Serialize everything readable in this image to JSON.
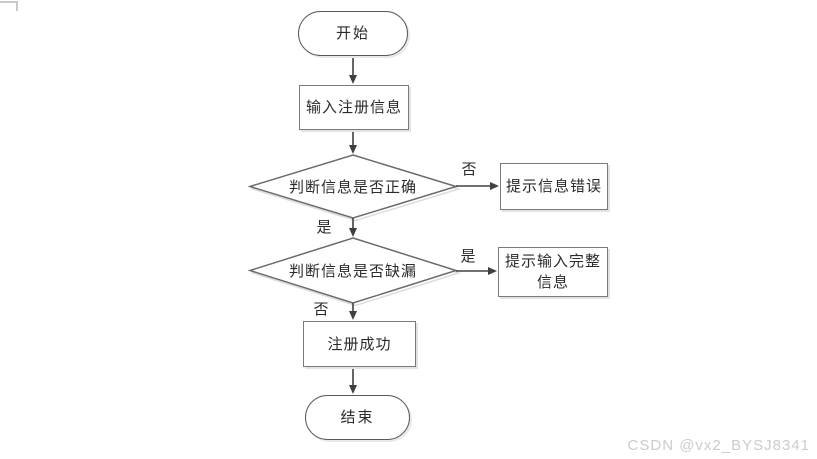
{
  "page": {
    "background": "#ffffff",
    "watermark": "CSDN @vx2_BYSJ8341"
  },
  "flowchart": {
    "nodes": {
      "start": {
        "type": "terminator",
        "label": "开始"
      },
      "input_info": {
        "type": "process",
        "label": "输入注册信息"
      },
      "check_correct": {
        "type": "decision",
        "label": "判断信息是否正确"
      },
      "error_hint": {
        "type": "process",
        "label": "提示信息错误"
      },
      "check_missing": {
        "type": "decision",
        "label": "判断信息是否缺漏"
      },
      "complete_hint": {
        "type": "process",
        "lines": [
          "提示输入完整",
          "信息"
        ]
      },
      "register_success": {
        "type": "process",
        "label": "注册成功"
      },
      "end": {
        "type": "terminator",
        "label": "结束"
      }
    },
    "edge_labels": {
      "check_correct_no": "否",
      "check_correct_yes": "是",
      "check_missing_yes": "是",
      "check_missing_no": "否"
    },
    "colors": {
      "process_border": "#7a7a7a",
      "terminator_border": "#595959",
      "decision_border": "#6b6b6b",
      "arrow": "#404040",
      "text": "#2b2b2b",
      "watermark_text": "#c9ccd1"
    }
  }
}
